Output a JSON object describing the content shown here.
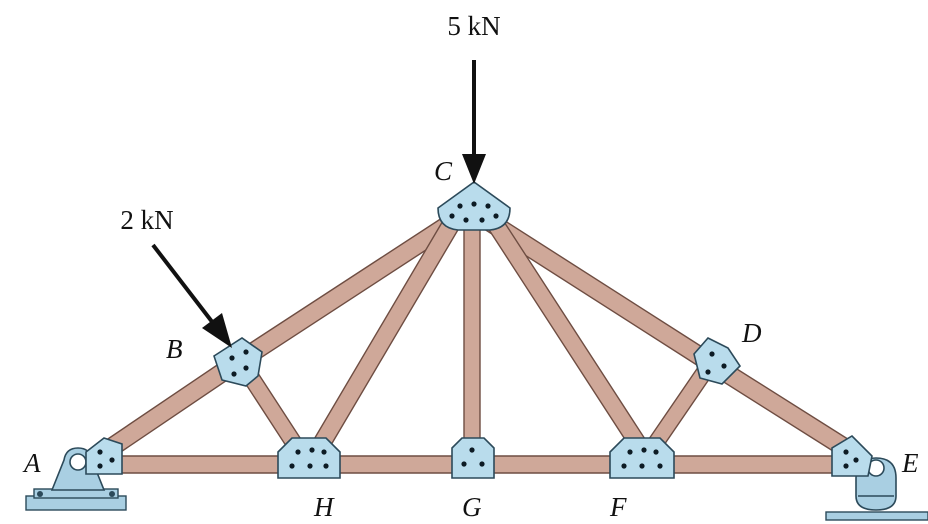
{
  "diagram": {
    "loads": [
      {
        "id": "load-c",
        "text": "5 kN"
      },
      {
        "id": "load-b",
        "text": "2 kN"
      }
    ],
    "joints": {
      "A": "A",
      "B": "B",
      "C": "C",
      "D": "D",
      "E": "E",
      "F": "F",
      "G": "G",
      "H": "H"
    },
    "colors": {
      "member": "#cfa899",
      "gusset_plate": "#b9dcec",
      "support": "#a9cfe2",
      "arrow": "#111111"
    }
  }
}
